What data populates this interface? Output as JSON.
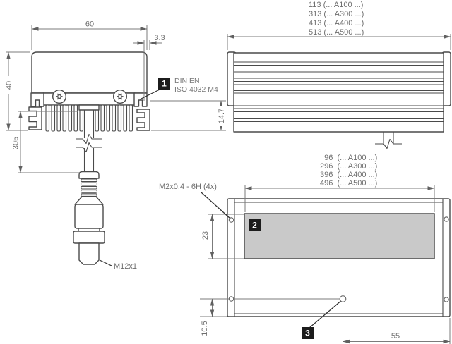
{
  "section_view": {
    "dim_width": "60",
    "dim_edge_offset": "3.3",
    "dim_height": "40",
    "dim_cable_length": "305",
    "dim_channel_depth": "14.7",
    "callout_1": {
      "num": "1",
      "line1": "DIN EN",
      "line2": "ISO 4032 M4"
    },
    "connector_thread": "M12x1"
  },
  "side_view": {
    "lengths": [
      "113 (... A100 ...)",
      "313 (... A300 ...)",
      "413 (... A400 ...)",
      "513 (... A500 ...)"
    ]
  },
  "front_view": {
    "apertures": [
      "  96  (... A100 ...)",
      "296  (... A300 ...)",
      "396  (... A400 ...)",
      "496  (... A500 ...)"
    ],
    "mount_thread": "M2x0.4 - 6H (4x)",
    "callout_2": "2",
    "callout_3": "3",
    "dim_aperture_height": "23",
    "dim_hole_bottom": "10.5",
    "dim_hole_right": "55"
  },
  "colors": {
    "line": "#4a4a4a",
    "dim_line": "#7b7b7b",
    "text": "#6e6e6e",
    "badge_bg": "#1c1c1c",
    "badge_text": "#ffffff",
    "window_fill": "#c9c9c9"
  }
}
